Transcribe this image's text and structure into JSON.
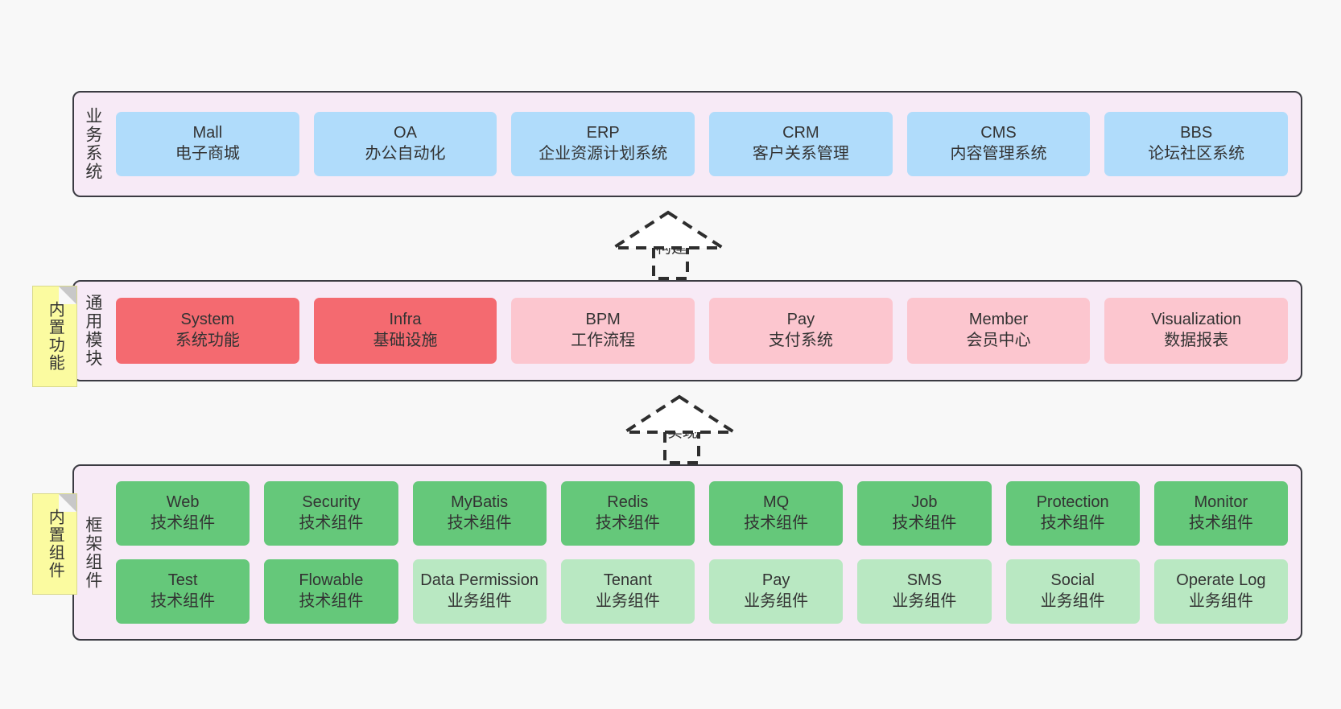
{
  "diagram": {
    "background_color": "#f8f8f8",
    "panel_color": "#f7eaf6",
    "panel_border_color": "#3b3b42"
  },
  "layers": {
    "business": {
      "title": "业务系统",
      "color": "#b0dcfb",
      "items": [
        {
          "name": "Mall",
          "desc": "电子商城"
        },
        {
          "name": "OA",
          "desc": "办公自动化"
        },
        {
          "name": "ERP",
          "desc": "企业资源计划系统"
        },
        {
          "name": "CRM",
          "desc": "客户关系管理"
        },
        {
          "name": "CMS",
          "desc": "内容管理系统"
        },
        {
          "name": "BBS",
          "desc": "论坛社区系统"
        }
      ]
    },
    "modules": {
      "title": "通用模块",
      "note": "内置功能",
      "note_color": "#fbfba0",
      "items": [
        {
          "name": "System",
          "desc": "系统功能",
          "tone": "red"
        },
        {
          "name": "Infra",
          "desc": "基础设施",
          "tone": "red"
        },
        {
          "name": "BPM",
          "desc": "工作流程",
          "tone": "pink"
        },
        {
          "name": "Pay",
          "desc": "支付系统",
          "tone": "pink"
        },
        {
          "name": "Member",
          "desc": "会员中心",
          "tone": "pink"
        },
        {
          "name": "Visualization",
          "desc": "数据报表",
          "tone": "pink"
        }
      ]
    },
    "framework": {
      "title": "框架组件",
      "note": "内置组件",
      "note_color": "#fbfba0",
      "row1": [
        {
          "name": "Web",
          "desc": "技术组件",
          "tone": "green"
        },
        {
          "name": "Security",
          "desc": "技术组件",
          "tone": "green"
        },
        {
          "name": "MyBatis",
          "desc": "技术组件",
          "tone": "green"
        },
        {
          "name": "Redis",
          "desc": "技术组件",
          "tone": "green"
        },
        {
          "name": "MQ",
          "desc": "技术组件",
          "tone": "green"
        },
        {
          "name": "Job",
          "desc": "技术组件",
          "tone": "green"
        },
        {
          "name": "Protection",
          "desc": "技术组件",
          "tone": "green"
        },
        {
          "name": "Monitor",
          "desc": "技术组件",
          "tone": "green"
        }
      ],
      "row2": [
        {
          "name": "Test",
          "desc": "技术组件",
          "tone": "green"
        },
        {
          "name": "Flowable",
          "desc": "技术组件",
          "tone": "green"
        },
        {
          "name": "Data Permission",
          "desc": "业务组件",
          "tone": "lightgreen"
        },
        {
          "name": "Tenant",
          "desc": "业务组件",
          "tone": "lightgreen"
        },
        {
          "name": "Pay",
          "desc": "业务组件",
          "tone": "lightgreen"
        },
        {
          "name": "SMS",
          "desc": "业务组件",
          "tone": "lightgreen"
        },
        {
          "name": "Social",
          "desc": "业务组件",
          "tone": "lightgreen"
        },
        {
          "name": "Operate Log",
          "desc": "业务组件",
          "tone": "lightgreen"
        }
      ]
    }
  },
  "connectors": [
    {
      "label": "构建"
    },
    {
      "label": "实现"
    }
  ]
}
